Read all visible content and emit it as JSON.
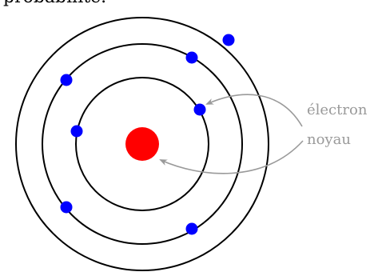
{
  "header_fragment": "probabilité.",
  "labels": {
    "electron": "électron",
    "nucleus": "noyau"
  },
  "colors": {
    "nucleus": "#ff0000",
    "electron": "#0000ff",
    "orbit": "#000000",
    "annotation": "#9a9a9a"
  },
  "orbits": [
    {
      "name": "inner",
      "electrons": 2
    },
    {
      "name": "middle",
      "electrons": 4
    },
    {
      "name": "outer",
      "electrons": 1
    }
  ]
}
